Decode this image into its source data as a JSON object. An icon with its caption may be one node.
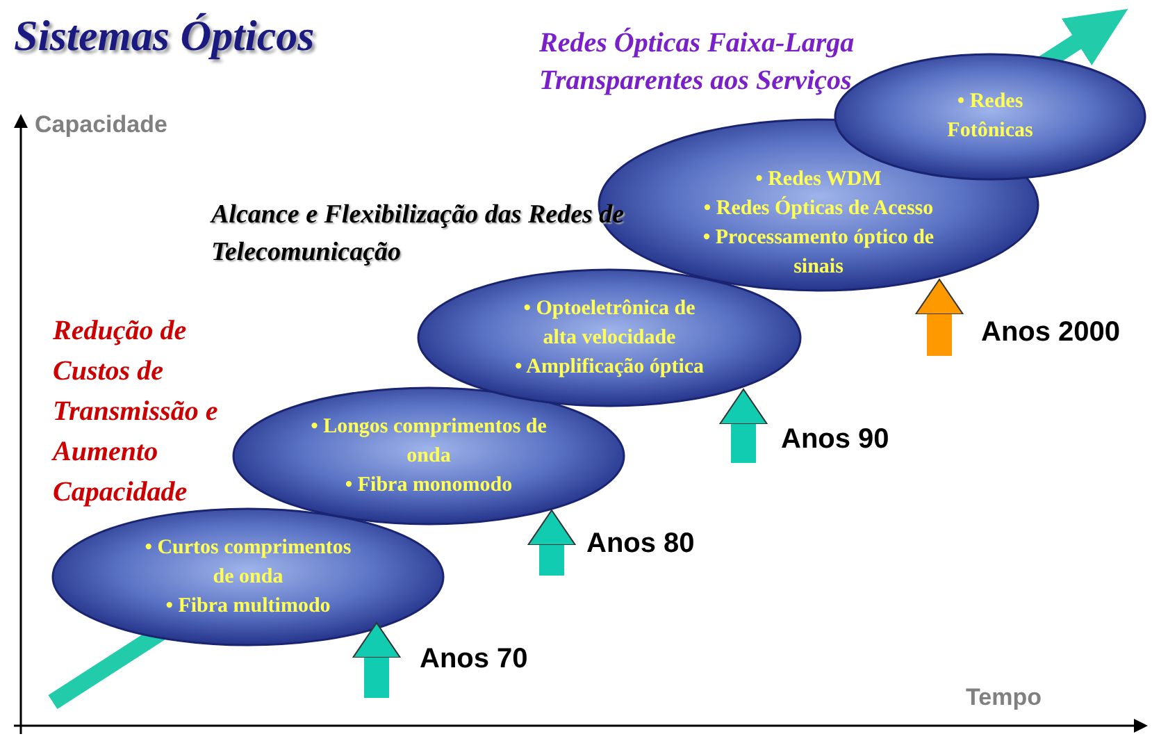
{
  "diagram": {
    "title": "Sistemas Ópticos",
    "nodes": [
      {
        "text": [
          "• Curtos comprimentos de onda",
          "• Fibra multimodo"
        ]
      },
      {
        "text": [
          "• Longos comprimentos de onda",
          "• Fibra monomodo"
        ]
      },
      {
        "text": [
          "• Optoeletrônica de alta velocidade",
          "• Amplificação óptica"
        ]
      },
      {
        "text": [
          "• Redes WDM",
          "• Redes Ópticas de Acesso",
          "• Processamento óptico de sinais"
        ]
      },
      {
        "text": [
          "• Redes Fotônicas"
        ]
      }
    ],
    "edges": [
      {
        "from": null,
        "to": 0,
        "arrow": "to"
      },
      {
        "from": null,
        "to": 1,
        "arrow": "to"
      },
      {
        "from": null,
        "to": 2,
        "arrow": "to"
      },
      {
        "from": null,
        "to": 3,
        "arrow": "to",
        "color": "#ff9900"
      }
    ],
    "labels": [
      "Capacidade",
      "Redes Ópticas Faixa-Larga Transparentes aos Serviços",
      "Alcance e Flexibilização das Redes de Telecomunicação",
      "Redução de Custos de Transmissão e Aumento Capacidade",
      "Anos 2000",
      "Anos 90",
      "Anos 80",
      "Anos 70",
      "Tempo"
    ]
  }
}
